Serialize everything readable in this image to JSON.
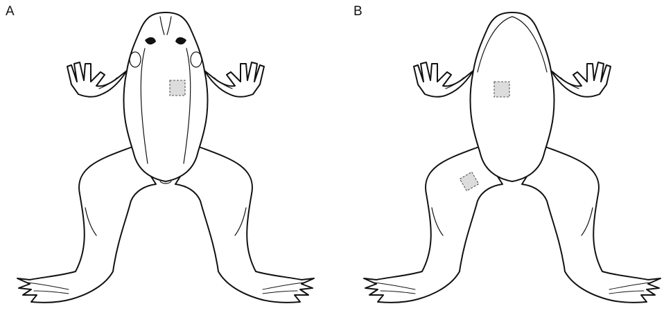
{
  "panels": [
    {
      "label": "A",
      "view": "dorsal"
    },
    {
      "label": "B",
      "view": "ventral"
    }
  ],
  "colors": {
    "outline": "#111111",
    "patch_fill": "#dcdcdc",
    "patch_border": "#555555"
  }
}
